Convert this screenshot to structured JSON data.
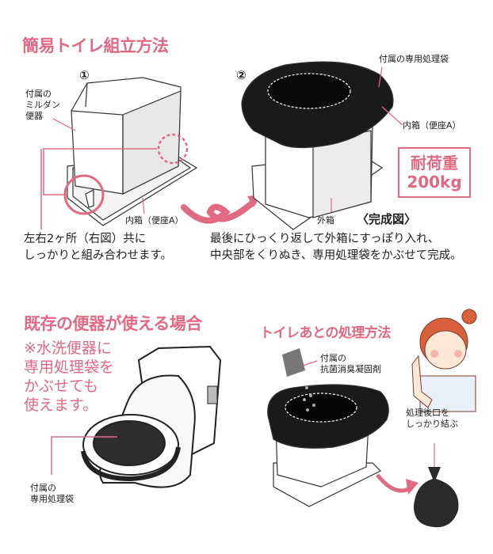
{
  "assembly": {
    "title": "簡易トイレ組立方法",
    "step1": {
      "number": "①",
      "toilet_label_lines": [
        "付属の",
        "ミルダン",
        "便器"
      ],
      "inner_box_label": "内箱（便座A）",
      "instruction_lines": [
        "左右2ヶ所（右図）共に",
        "しっかりと組み合わせます。"
      ]
    },
    "step2": {
      "number": "②",
      "bag_label": "付属の専用処理袋",
      "inner_box_label": "内箱（便座A）",
      "outer_box_label": "外箱",
      "completed_label": "〈完成図〉",
      "load_badge_lines": [
        "耐荷重",
        "200kg"
      ],
      "instruction_lines": [
        "最後にひっくり返して外箱にすっぽり入れ、",
        "中央部をくりぬき、専用処理袋をかぶせて完成。"
      ]
    }
  },
  "existing_toilet": {
    "title": "既存の便器が使える場合",
    "note_lines": [
      "※水洗便器に",
      "専用処理袋を",
      "かぶせても",
      "使えます。"
    ],
    "bag_label_lines": [
      "付属の",
      "専用処理袋"
    ]
  },
  "disposal": {
    "title": "トイレあとの処理方法",
    "agent_label_lines": [
      "付属の",
      "抗菌消臭凝固剤"
    ],
    "tie_label_lines": [
      "処理後口を",
      "しっかり結ぶ"
    ]
  },
  "colors": {
    "accent": "#e06a82",
    "bag": "#1a1a1a"
  }
}
